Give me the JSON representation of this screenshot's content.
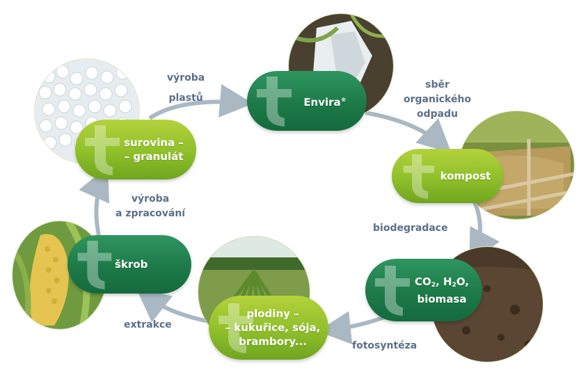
{
  "nodes": {
    "envira": {
      "name": "Envira",
      "mark": "®"
    },
    "kompost": {
      "line1": "kompost"
    },
    "co2": {
      "co": "CO",
      "co_sub": "2",
      "h": ", H",
      "h_sub": "2",
      "o": "O,",
      "line2": "biomasa"
    },
    "plodiny": {
      "line1": "plodiny –",
      "line2": "– kukuřice, sója,",
      "line3": "brambory..."
    },
    "skrob": {
      "line1": "škrob"
    },
    "surovina": {
      "line1": "surovina –",
      "line2": "– granulát"
    }
  },
  "steps": {
    "vyroba_plastu": {
      "line1": "výroba",
      "line2": "plastů"
    },
    "sber": {
      "line1": "sběr",
      "line2": "organického",
      "line3": "odpadu"
    },
    "biodegradace": {
      "line1": "biodegradace"
    },
    "fotosynteza": {
      "line1": "fotosyntéza"
    },
    "extrakce": {
      "line1": "extrakce"
    },
    "vyroba_zpracovani": {
      "line1": "výroba",
      "line2": "a zpracování"
    }
  },
  "colors": {
    "dark_green": "#1d7a48",
    "light_green": "#8fbf2a",
    "arrow": "#a9b8c3",
    "label_text": "#5b6f8a"
  },
  "icons": {
    "node_logo": "letter-t-leaf-logo",
    "arrow": "cycle-arrow-icon"
  }
}
